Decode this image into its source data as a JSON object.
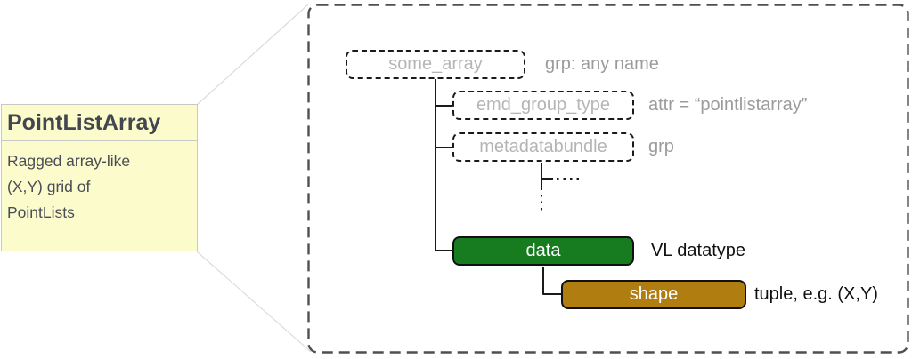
{
  "card": {
    "title": "PointListArray",
    "description_lines": [
      "Ragged array-like",
      "(X,Y) grid of",
      "PointLists"
    ]
  },
  "tree": {
    "nodes": [
      {
        "id": "some_array",
        "label": "some_array",
        "annotation": "grp: any name",
        "style": "dashed-group"
      },
      {
        "id": "emd_group_type",
        "label": "emd_group_type",
        "annotation": "attr = “pointlistarray”",
        "style": "dashed-attr"
      },
      {
        "id": "metadatabundle",
        "label": "metadatabundle",
        "annotation": "grp",
        "style": "dashed-group"
      },
      {
        "id": "data",
        "label": "data",
        "annotation": "VL datatype",
        "style": "solid-green"
      },
      {
        "id": "shape",
        "label": "shape",
        "annotation": "tuple, e.g. (X,Y)",
        "style": "solid-gold"
      }
    ],
    "truncation_marks": [
      "⋯",
      "⋮"
    ]
  },
  "palette": {
    "card_background": "#fbfbcb",
    "card_border": "#c8c8c8",
    "card_title_text": "#44464f",
    "muted_node_text": "#b5b5b5",
    "muted_annotation_text": "#9b9b9b",
    "dark_annotation_text": "#101010",
    "node_border": "#1a1a1a",
    "data_node_fill": "#177c20",
    "shape_node_fill": "#b07d10",
    "outer_frame_dash": "#4f4f4f",
    "callout_line": "#dcdcdc"
  }
}
